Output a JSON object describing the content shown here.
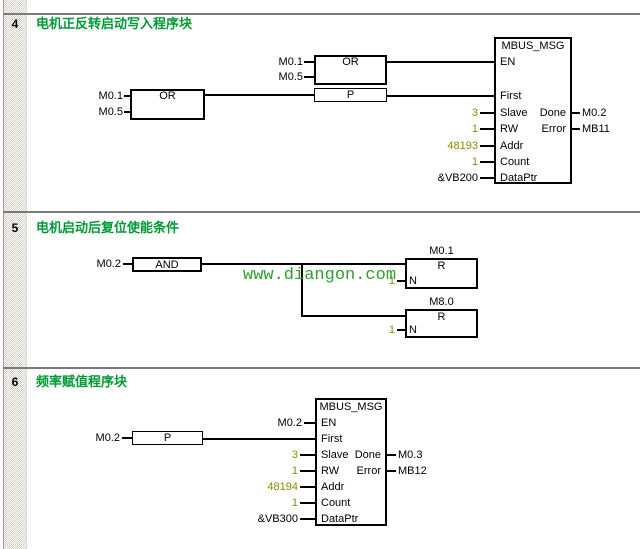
{
  "watermark": "www.diangon.com",
  "colors": {
    "comment_green": "#009933",
    "watermark_green": "#2da02d",
    "constant_olive": "#8a8a00",
    "wire_black": "#000000",
    "gutter_gray": "#d4d0c8"
  },
  "net4": {
    "number": "4",
    "comment": "电机正反转启动写入程序块",
    "or_top": {
      "label": "OR",
      "in1": "M0.1",
      "in2": "M0.5"
    },
    "or_left": {
      "label": "OR",
      "in1": "M0.1",
      "in2": "M0.5"
    },
    "p": {
      "label": "P"
    },
    "mbus": {
      "title": "MBUS_MSG",
      "pins_left": {
        "en": "EN",
        "first": "First",
        "slave": "Slave",
        "rw": "RW",
        "addr": "Addr",
        "count": "Count",
        "dataptr": "DataPtr"
      },
      "pins_right": {
        "done": "Done",
        "error": "Error"
      },
      "values": {
        "slave": "3",
        "rw": "1",
        "addr": "48193",
        "count": "1",
        "dataptr": "&VB200"
      },
      "outputs": {
        "done": "M0.2",
        "error": "MB11"
      }
    }
  },
  "net5": {
    "number": "5",
    "comment": "电机启动后复位使能条件",
    "and": {
      "label": "AND",
      "in1": "M0.2"
    },
    "r1": {
      "address": "M0.1",
      "label": "R",
      "pin": "N",
      "value": "1"
    },
    "r2": {
      "address": "M8.0",
      "label": "R",
      "pin": "N",
      "value": "1"
    }
  },
  "net6": {
    "number": "6",
    "comment": "频率赋值程序块",
    "en_in": "M0.2",
    "p": {
      "label": "P",
      "in1": "M0.2"
    },
    "mbus": {
      "title": "MBUS_MSG",
      "pins_left": {
        "en": "EN",
        "first": "First",
        "slave": "Slave",
        "rw": "RW",
        "addr": "Addr",
        "count": "Count",
        "dataptr": "DataPtr"
      },
      "pins_right": {
        "done": "Done",
        "error": "Error"
      },
      "values": {
        "slave": "3",
        "rw": "1",
        "addr": "48194",
        "count": "1",
        "dataptr": "&VB300"
      },
      "outputs": {
        "done": "M0.3",
        "error": "MB12"
      }
    }
  }
}
